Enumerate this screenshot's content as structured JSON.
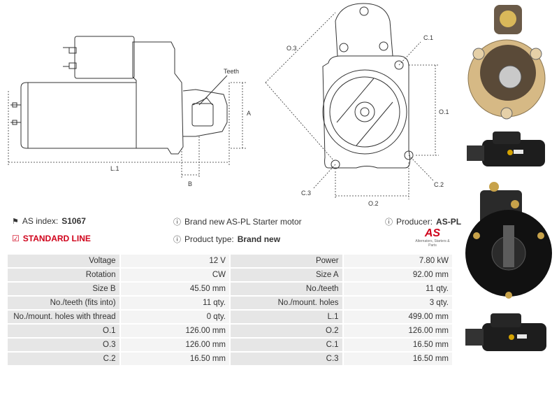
{
  "product": {
    "as_index_label": "AS index:",
    "as_index_value": "S1067",
    "standard_line": "STANDARD LINE",
    "description": "Brand new AS-PL Starter motor",
    "product_type_label": "Product type:",
    "product_type_value": "Brand new",
    "producer_label": "Producer:",
    "producer_value": "AS-PL",
    "logo_text": "AS",
    "logo_sub": "Alternators, Starters & Parts"
  },
  "diagram_labels": {
    "teeth": "Teeth",
    "a": "A",
    "b": "B",
    "l1": "L.1",
    "o1": "O.1",
    "o2": "O.2",
    "o3": "O.3",
    "c1": "C.1",
    "c2": "C.2",
    "c3": "C.3"
  },
  "specs": [
    {
      "l1": "Voltage",
      "v1": "12 V",
      "l2": "Power",
      "v2": "7.80 kW"
    },
    {
      "l1": "Rotation",
      "v1": "CW",
      "l2": "Size A",
      "v2": "92.00 mm"
    },
    {
      "l1": "Size B",
      "v1": "45.50 mm",
      "l2": "No./teeth",
      "v2": "11 qty."
    },
    {
      "l1": "No./teeth (fits into)",
      "v1": "11 qty.",
      "l2": "No./mount. holes",
      "v2": "3 qty."
    },
    {
      "l1": "No./mount. holes with thread",
      "v1": "0 qty.",
      "l2": "L.1",
      "v2": "499.00 mm"
    },
    {
      "l1": "O.1",
      "v1": "126.00 mm",
      "l2": "O.2",
      "v2": "126.00 mm"
    },
    {
      "l1": "O.3",
      "v1": "126.00 mm",
      "l2": "C.1",
      "v2": "16.50 mm"
    },
    {
      "l1": "C.2",
      "v1": "16.50 mm",
      "l2": "C.3",
      "v2": "16.50 mm"
    }
  ],
  "colors": {
    "accent_red": "#d0021b",
    "label_bg": "#e6e6e6",
    "value_bg": "#f4f4f4"
  }
}
